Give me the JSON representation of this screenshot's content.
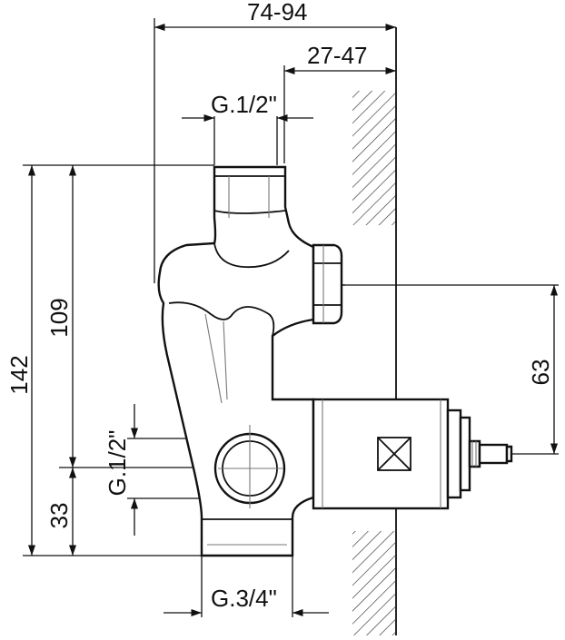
{
  "diagram": {
    "dimensions": {
      "overall_depth": "74-94",
      "wall_offset": "27-47",
      "top_thread": "G.1/2\"",
      "total_height": "142",
      "upper_height": "109",
      "lower_height": "33",
      "side_thread": "G.1/2\"",
      "outlet_offset": "63",
      "bottom_thread": "G.3/4\""
    },
    "colors": {
      "line": "#111111",
      "background": "#ffffff",
      "hatch": "#333333"
    }
  }
}
